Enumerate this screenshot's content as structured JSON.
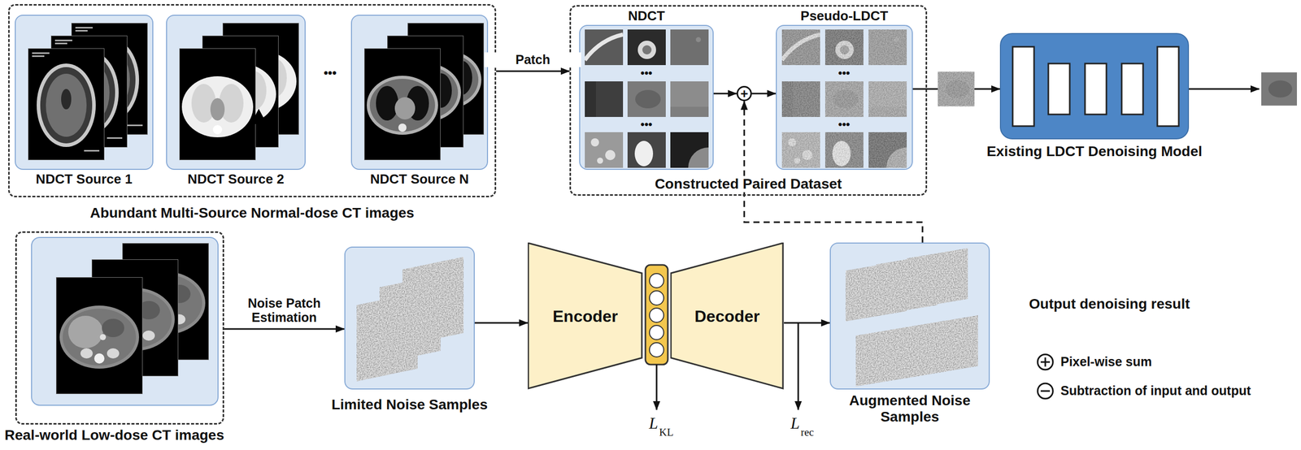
{
  "diagram": {
    "nodes": [
      {
        "text": [
          "Abundant Multi-Source Normal-dose CT images"
        ]
      },
      {
        "text": [
          "NDCT Source 1"
        ],
        "in": 0
      },
      {
        "text": [
          "NDCT Source 2"
        ],
        "in": 0
      },
      {
        "text": [
          "NDCT Source N"
        ],
        "in": 0
      },
      {
        "text": [
          "Constructed Paired Dataset"
        ]
      },
      {
        "text": [
          "NDCT"
        ],
        "in": 4
      },
      {
        "text": [
          "Pseudo-LDCT"
        ],
        "in": 4
      },
      {
        "text": [
          "+"
        ],
        "in": 4
      },
      {
        "text": [
          "Existing LDCT Denoising Model"
        ]
      },
      {
        "text": [
          "Real-world Low-dose CT images"
        ]
      },
      {
        "text": [
          "Limited Noise Samples"
        ]
      },
      {
        "text": [
          "Encoder"
        ]
      },
      {
        "text": [
          "Decoder"
        ]
      },
      {
        "text": [
          "Augmented Noise Samples"
        ]
      }
    ],
    "edges": [
      {
        "from": 0,
        "to": 4,
        "arrow": "to",
        "label": "Patch"
      },
      {
        "from": 5,
        "to": 7,
        "arrow": "to"
      },
      {
        "from": 7,
        "to": 6,
        "arrow": "to"
      },
      {
        "from": 6,
        "to": 8,
        "arrow": "to"
      },
      {
        "from": 9,
        "to": 10,
        "arrow": "to",
        "label": "Noise Patch Estimation"
      },
      {
        "from": 10,
        "to": 11,
        "arrow": "to"
      },
      {
        "from": 12,
        "to": 13,
        "arrow": "to"
      },
      {
        "from": 13,
        "to": 7,
        "arrow": "to"
      }
    ],
    "labels": [
      "•••",
      "•••",
      "•••",
      "•••",
      "•••",
      "L",
      "KL",
      "L",
      "rec",
      "Output denoising result"
    ],
    "legend": [
      {
        "text": "Pixel-wise sum"
      },
      {
        "text": "Subtraction of input and output"
      }
    ]
  }
}
